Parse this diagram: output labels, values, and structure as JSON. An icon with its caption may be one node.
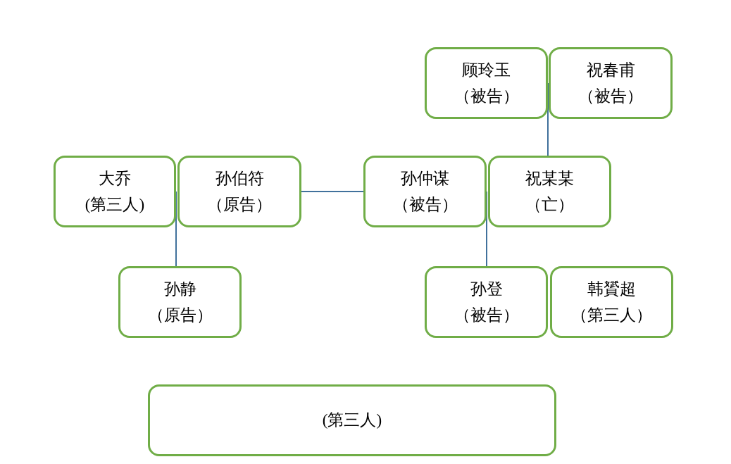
{
  "diagram": {
    "nodes": [
      {
        "text": [
          "大乔",
          "(第三人)"
        ]
      },
      {
        "text": [
          "孙伯符",
          "（原告）"
        ]
      },
      {
        "text": [
          "孙静",
          "（原告）"
        ]
      },
      {
        "text": [
          "孙仲谋",
          "（被告）"
        ]
      },
      {
        "text": [
          "祝某某",
          "（亡）"
        ]
      },
      {
        "text": [
          "顾玲玉",
          "（被告）"
        ]
      },
      {
        "text": [
          "祝春甫",
          "（被告）"
        ]
      },
      {
        "text": [
          "孙登",
          "（被告）"
        ]
      },
      {
        "text": [
          "韩贇超",
          "（第三人）"
        ]
      },
      {
        "text": [
          "(第三人)"
        ]
      }
    ],
    "edges": [
      {
        "from": 1,
        "to": 3,
        "arrow": "none"
      },
      {
        "from": 0,
        "to": 2,
        "arrow": "none"
      },
      {
        "from": 1,
        "to": 2,
        "arrow": "none"
      },
      {
        "from": 5,
        "to": 4,
        "arrow": "none"
      },
      {
        "from": 6,
        "to": 4,
        "arrow": "none"
      },
      {
        "from": 3,
        "to": 7,
        "arrow": "none"
      },
      {
        "from": 4,
        "to": 7,
        "arrow": "none"
      }
    ]
  }
}
